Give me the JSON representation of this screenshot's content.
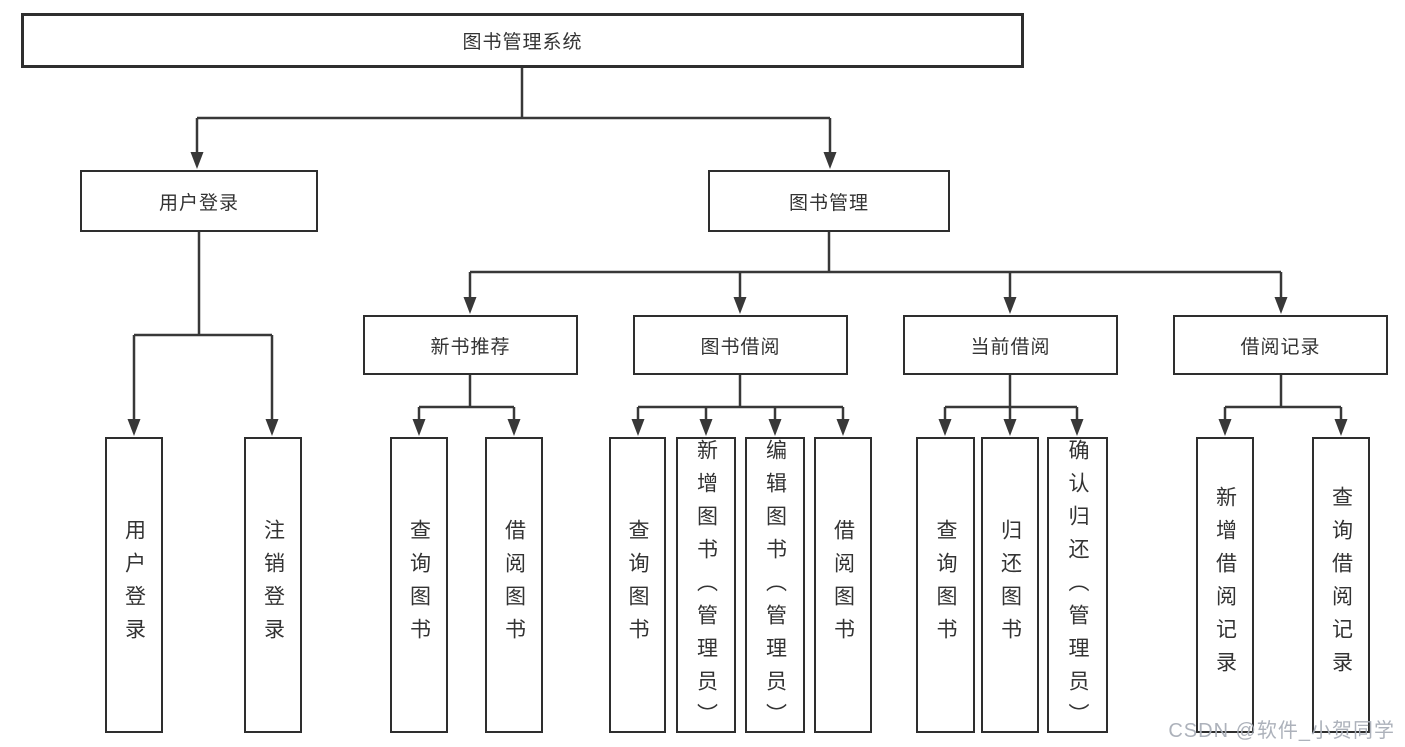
{
  "diagram_title": "图书管理系统",
  "colors": {
    "line": "#383838",
    "box_border": "#2e2e2e",
    "text": "#333333",
    "background": "#ffffff",
    "watermark": "#a9aeb7"
  },
  "nodes": {
    "root": "图书管理系统",
    "level2": [
      "用户登录",
      "图书管理"
    ],
    "level3": [
      "新书推荐",
      "图书借阅",
      "当前借阅",
      "借阅记录"
    ],
    "branches": [
      {
        "parent": "用户登录",
        "children": [
          "用户登录",
          "注销登录"
        ]
      },
      {
        "parent": "新书推荐",
        "children": [
          "查询图书",
          "借阅图书"
        ]
      },
      {
        "parent": "图书借阅",
        "children": [
          "查询图书",
          "新增图书（管理员）",
          "编辑图书（管理员）",
          "借阅图书"
        ]
      },
      {
        "parent": "当前借阅",
        "children": [
          "查询图书",
          "归还图书",
          "确认归还（管理员）"
        ]
      },
      {
        "parent": "借阅记录",
        "children": [
          "新增借阅记录",
          "查询借阅记录"
        ]
      }
    ]
  },
  "watermark": "CSDN @软件_小贺同学"
}
